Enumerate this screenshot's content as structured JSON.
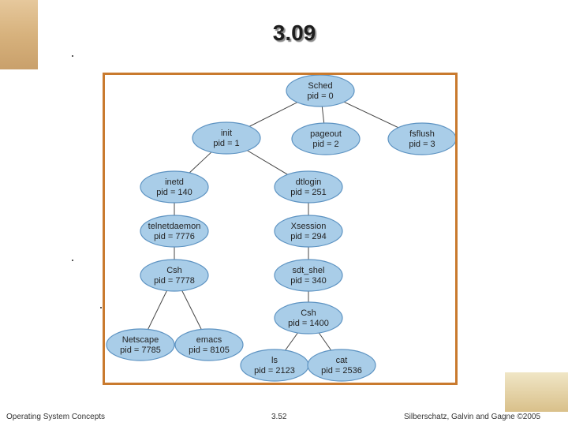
{
  "slide": {
    "title": "3.09",
    "footer_left": "Operating System Concepts",
    "footer_center": "3.52",
    "footer_right": "Silberschatz, Galvin and Gagne ©2005"
  },
  "tree": {
    "nodes": [
      {
        "id": "sched",
        "name": "Sched",
        "pid": "pid = 0"
      },
      {
        "id": "init",
        "name": "init",
        "pid": "pid = 1"
      },
      {
        "id": "pageout",
        "name": "pageout",
        "pid": "pid = 2"
      },
      {
        "id": "fsflush",
        "name": "fsflush",
        "pid": "pid = 3"
      },
      {
        "id": "inetd",
        "name": "inetd",
        "pid": "pid = 140"
      },
      {
        "id": "dtlogin",
        "name": "dtlogin",
        "pid": "pid = 251"
      },
      {
        "id": "telnetdaemon",
        "name": "telnetdaemon",
        "pid": "pid = 7776"
      },
      {
        "id": "xsession",
        "name": "Xsession",
        "pid": "pid = 294"
      },
      {
        "id": "csh1",
        "name": "Csh",
        "pid": "pid = 7778"
      },
      {
        "id": "sdt_shel",
        "name": "sdt_shel",
        "pid": "pid = 340"
      },
      {
        "id": "csh2",
        "name": "Csh",
        "pid": "pid = 1400"
      },
      {
        "id": "netscape",
        "name": "Netscape",
        "pid": "pid = 7785"
      },
      {
        "id": "emacs",
        "name": "emacs",
        "pid": "pid = 8105"
      },
      {
        "id": "ls",
        "name": "ls",
        "pid": "pid = 2123"
      },
      {
        "id": "cat",
        "name": "cat",
        "pid": "pid = 2536"
      }
    ],
    "edges": [
      [
        "sched",
        "init"
      ],
      [
        "sched",
        "pageout"
      ],
      [
        "sched",
        "fsflush"
      ],
      [
        "init",
        "inetd"
      ],
      [
        "init",
        "dtlogin"
      ],
      [
        "inetd",
        "telnetdaemon"
      ],
      [
        "telnetdaemon",
        "csh1"
      ],
      [
        "csh1",
        "netscape"
      ],
      [
        "csh1",
        "emacs"
      ],
      [
        "dtlogin",
        "xsession"
      ],
      [
        "xsession",
        "sdt_shel"
      ],
      [
        "sdt_shel",
        "csh2"
      ],
      [
        "csh2",
        "ls"
      ],
      [
        "csh2",
        "cat"
      ]
    ]
  },
  "colors": {
    "node_fill": "#a9cde8",
    "node_stroke": "#5d93c2",
    "frame_border": "#c97a2e"
  }
}
